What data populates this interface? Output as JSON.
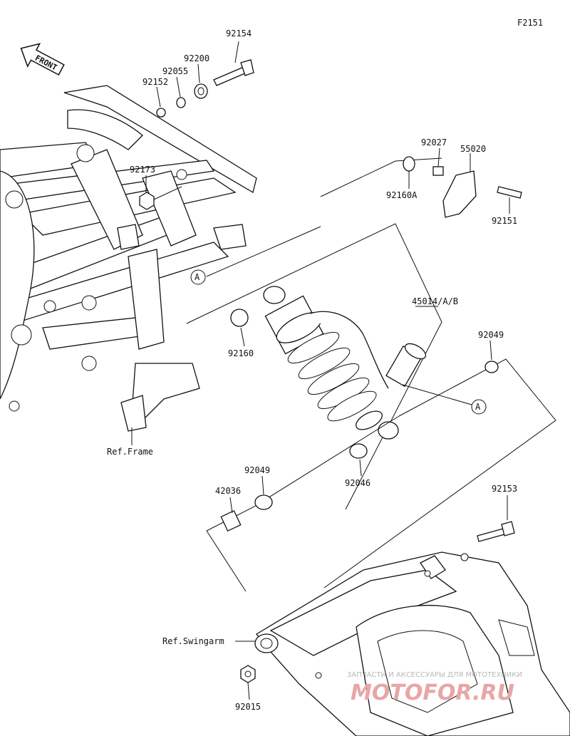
{
  "figure_code": "F2151",
  "front_label": "FRONT",
  "parts": {
    "p92154": "92154",
    "p92200": "92200",
    "p92055": "92055",
    "p92152": "92152",
    "p92173": "92173",
    "p92027": "92027",
    "p55020": "55020",
    "p92160A": "92160A",
    "p92151": "92151",
    "p45014": "45014/A/B",
    "p92160": "92160",
    "p92049a": "92049",
    "p92049b": "92049",
    "p92046": "92046",
    "p42036": "42036",
    "p92153": "92153",
    "p92015": "92015"
  },
  "refs": {
    "frame": "Ref.Frame",
    "swingarm": "Ref.Swingarm"
  },
  "callout_a": "A",
  "watermark": {
    "line1": "ЗАПЧАСТИ И АКСЕССУАРЫ ДЛЯ МОТОТЕХНИКИ",
    "line2": "MOTOFOR.RU"
  }
}
